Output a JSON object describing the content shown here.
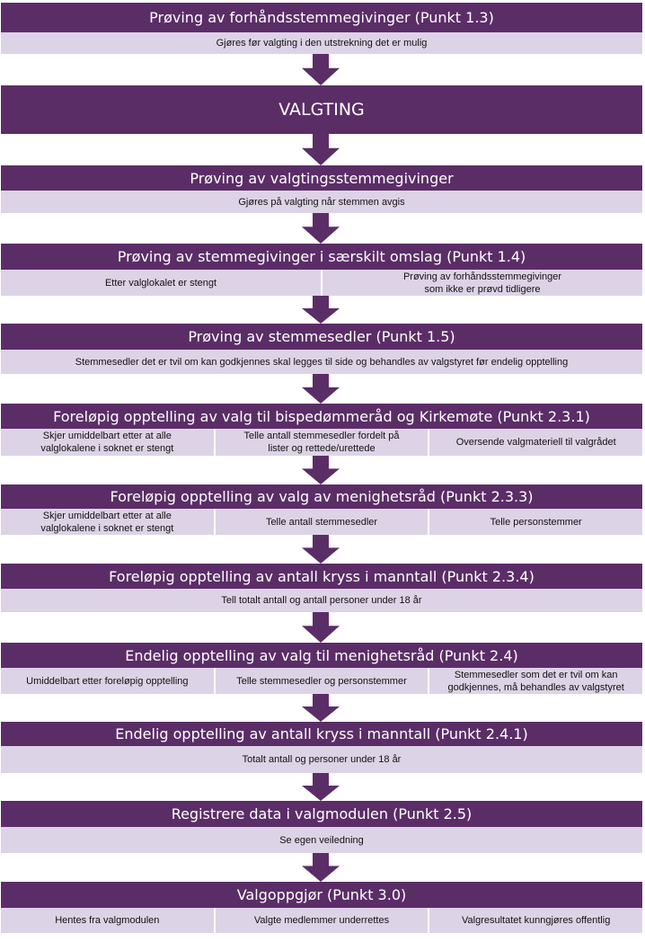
{
  "colors": {
    "header": "#5b2d67",
    "body": "#ddd3e6",
    "arrow": "#5b2d67"
  },
  "steps": [
    {
      "title": "Prøving av forhåndsstemmegivinger (Punkt 1.3)",
      "notes": [
        "Gjøres før valgting i den utstrekning det er mulig"
      ]
    },
    {
      "title": "VALGTING",
      "notes": []
    },
    {
      "title": "Prøving av valgtingsstemmegivinger",
      "notes": [
        "Gjøres på valgting når stemmen avgis"
      ]
    },
    {
      "title": "Prøving av stemmegivinger i særskilt omslag (Punkt 1.4)",
      "notes": [
        "Etter  valglokalet er stengt",
        "Prøving av forhåndsstemmegivinger\nsom ikke er prøvd tidligere"
      ]
    },
    {
      "title": "Prøving av stemmesedler (Punkt 1.5)",
      "notes": [
        "Stemmesedler  det  er  tvil om kan godkjennes skal legges til side og behandles av valgstyret før endelig opptelling"
      ]
    },
    {
      "title": "Foreløpig opptelling av valg til bispedømmeråd og Kirkemøte (Punkt 2.3.1)",
      "notes": [
        "Skjer umiddelbart etter at alle\nvalglokalene i soknet er stengt",
        "Telle antall stemmesedler fordelt på\nlister og rettede/urettede",
        "Oversende valgmateriell til valgrådet"
      ]
    },
    {
      "title": "Foreløpig opptelling av valg av menighetsråd (Punkt 2.3.3)",
      "notes": [
        "Skjer umiddelbart etter at alle\nvalglokalene i soknet er stengt",
        "Telle antall stemmesedler",
        "Telle personstemmer"
      ]
    },
    {
      "title": "Foreløpig opptelling av antall kryss i manntall (Punkt 2.3.4)",
      "notes": [
        "Tell totalt antall og antall personer under 18 år"
      ]
    },
    {
      "title": "Endelig opptelling av valg til menighetsråd (Punkt 2.4)",
      "notes": [
        "Umiddelbart etter  foreløpig opptelling",
        "Telle stemmesedler  og personstemmer",
        "Stemmesedler  som det  er tvil om kan\ngodkjennes, må behandles av valgstyret"
      ]
    },
    {
      "title": "Endelig opptelling av antall kryss i manntall (Punkt 2.4.1)",
      "notes": [
        "Totalt antall og personer under 18 år"
      ]
    },
    {
      "title": "Registrere data i valgmodulen (Punkt 2.5)",
      "notes": [
        "Se egen veiledning"
      ]
    },
    {
      "title": "Valgoppgjør (Punkt 3.0)",
      "notes": [
        "Hentes fra valgmodulen",
        "Valgte medlemmer  underrettes",
        "Valgresultatet kunngjøres offentlig"
      ]
    }
  ]
}
